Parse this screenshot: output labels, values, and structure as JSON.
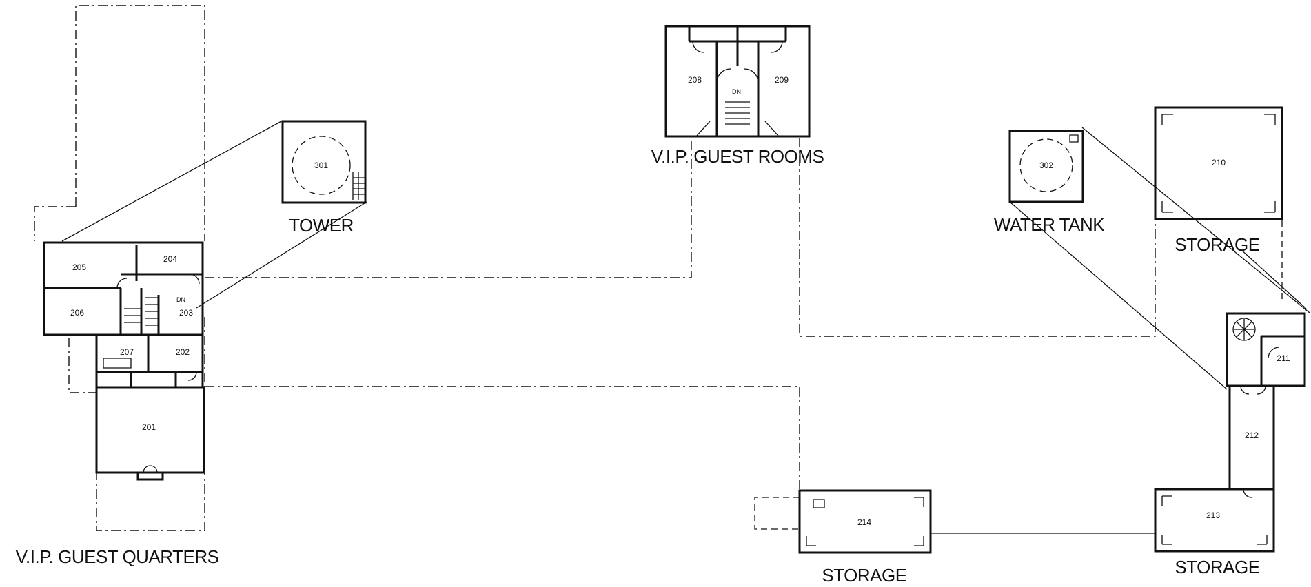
{
  "labels": {
    "vip_guest_quarters": "V.I.P. GUEST QUARTERS",
    "tower": "TOWER",
    "vip_guest_rooms": "V.I.P. GUEST ROOMS",
    "water_tank": "WATER TANK",
    "storage_210": "STORAGE",
    "storage_214": "STORAGE",
    "storage_213": "STORAGE"
  },
  "rooms": {
    "r201": "201",
    "r202": "202",
    "r203": "203",
    "r204": "204",
    "r205": "205",
    "r206": "206",
    "r207": "207",
    "r208": "208",
    "r209": "209",
    "r210": "210",
    "r211": "211",
    "r212": "212",
    "r213": "213",
    "r214": "214",
    "r301": "301",
    "r302": "302"
  },
  "stair_marks": {
    "dn_main": "DN",
    "dn_guest": "DN"
  }
}
